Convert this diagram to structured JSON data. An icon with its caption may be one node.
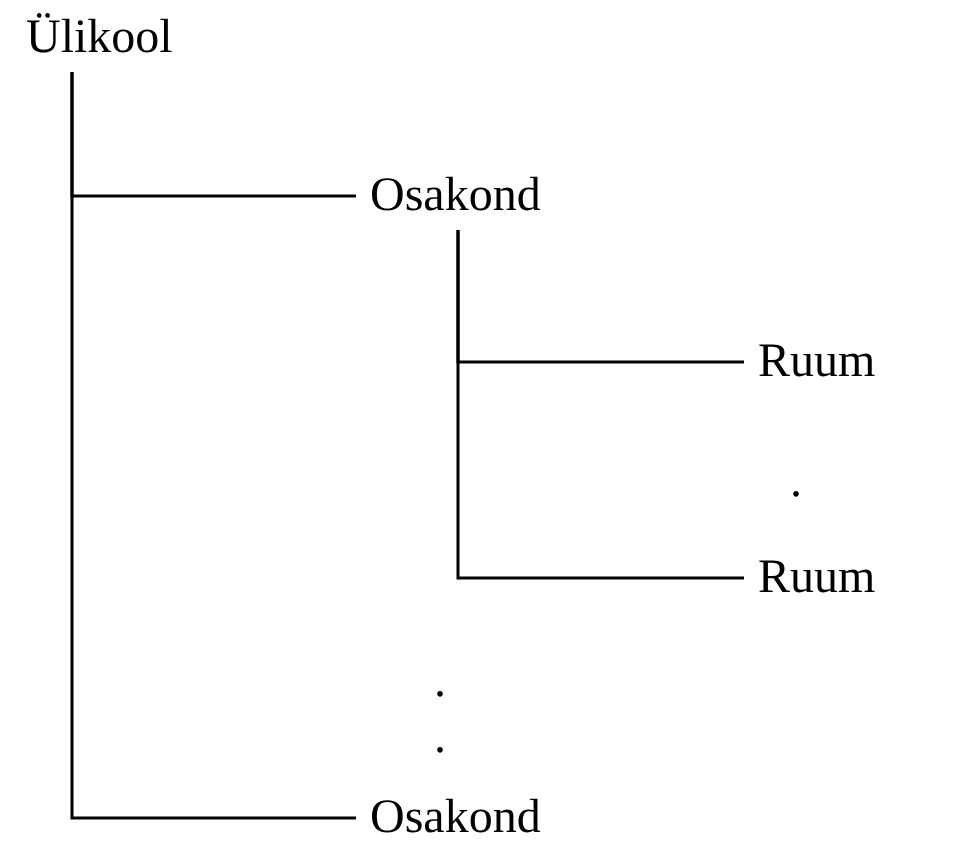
{
  "diagram": {
    "nodes": [
      {
        "text": [
          "Ülikool"
        ]
      },
      {
        "text": [
          "Osakond"
        ]
      },
      {
        "text": [
          "Ruum"
        ]
      },
      {
        "text": [
          "Ruum"
        ]
      },
      {
        "text": [
          "Osakond"
        ]
      }
    ],
    "edges": [
      {
        "from": 0,
        "to": 1,
        "arrow": "none"
      },
      {
        "from": 0,
        "to": 4,
        "arrow": "none"
      },
      {
        "from": 1,
        "to": 2,
        "arrow": "none"
      },
      {
        "from": 1,
        "to": 3,
        "arrow": "none"
      }
    ],
    "labels": [
      ".",
      ".",
      "."
    ]
  }
}
